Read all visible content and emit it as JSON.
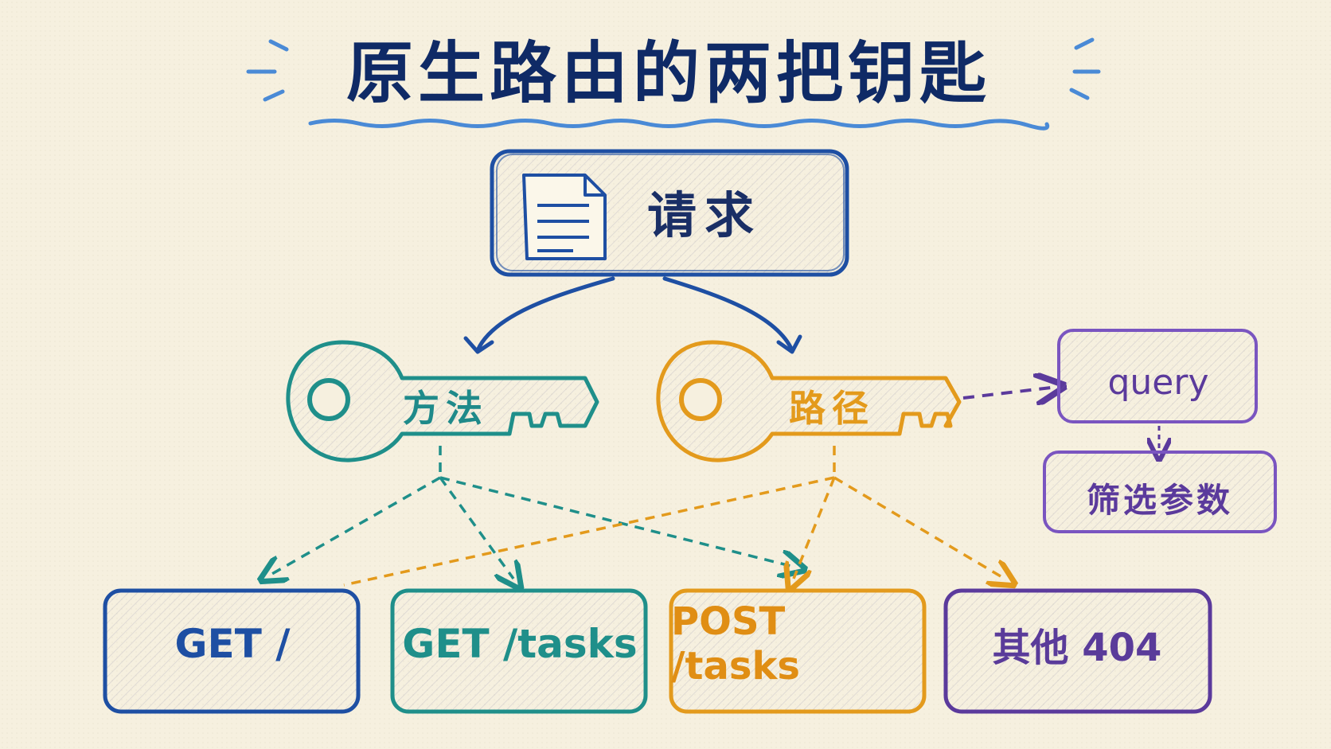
{
  "title": "原生路由的两把钥匙",
  "request": {
    "label": "请求",
    "icon": "document-icon"
  },
  "keys": {
    "method": {
      "label": "方法",
      "color": "#1f8f8a"
    },
    "path": {
      "label": "路径",
      "color": "#e39a1c"
    }
  },
  "query": {
    "label": "query",
    "sub_label": "筛选参数",
    "color": "#5b3a9c"
  },
  "routes": [
    {
      "label": "GET /",
      "color": "#1e4fa3"
    },
    {
      "label": "GET /tasks",
      "color": "#1f8f8a"
    },
    {
      "label": "POST /tasks",
      "color": "#e08e14"
    },
    {
      "label": "其他 404",
      "color": "#5a3b9a"
    }
  ]
}
